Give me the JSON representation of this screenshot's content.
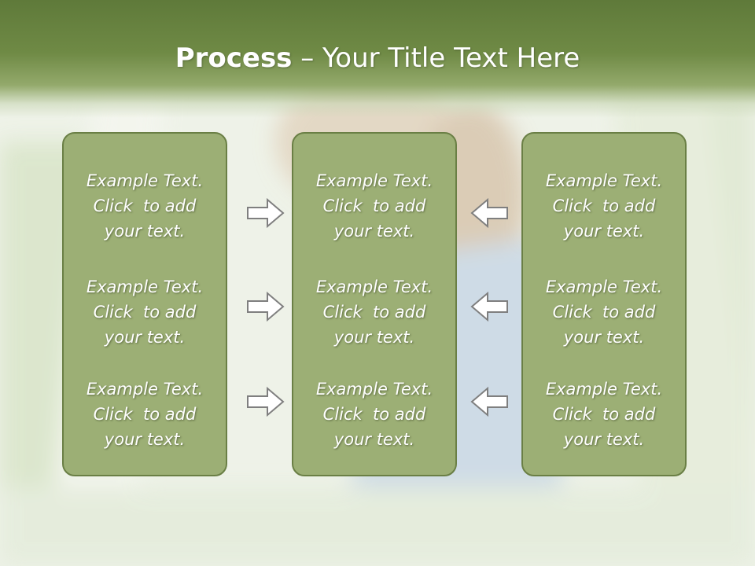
{
  "slide": {
    "title_bold": "Process",
    "title_rest": " – Your Title Text Here",
    "colors": {
      "header": "#6f8a45",
      "box_fill": "#9caf75",
      "box_border": "#6a7f45",
      "text": "#ffffff"
    }
  },
  "columns": [
    {
      "items": [
        {
          "line1": "Example Text.",
          "line2": "Click  to add",
          "line3": "your text."
        },
        {
          "line1": "Example Text.",
          "line2": "Click  to add",
          "line3": "your text."
        },
        {
          "line1": "Example Text.",
          "line2": "Click  to add",
          "line3": "your text."
        }
      ]
    },
    {
      "items": [
        {
          "line1": "Example Text.",
          "line2": "Click  to add",
          "line3": "your text."
        },
        {
          "line1": "Example Text.",
          "line2": "Click  to add",
          "line3": "your text."
        },
        {
          "line1": "Example Text.",
          "line2": "Click  to add",
          "line3": "your text."
        }
      ]
    },
    {
      "items": [
        {
          "line1": "Example Text.",
          "line2": "Click  to add",
          "line3": "your text."
        },
        {
          "line1": "Example Text.",
          "line2": "Click  to add",
          "line3": "your text."
        },
        {
          "line1": "Example Text.",
          "line2": "Click  to add",
          "line3": "your text."
        }
      ]
    }
  ],
  "arrows": {
    "left_group": "arrow-right-icon",
    "right_group": "arrow-left-icon"
  }
}
